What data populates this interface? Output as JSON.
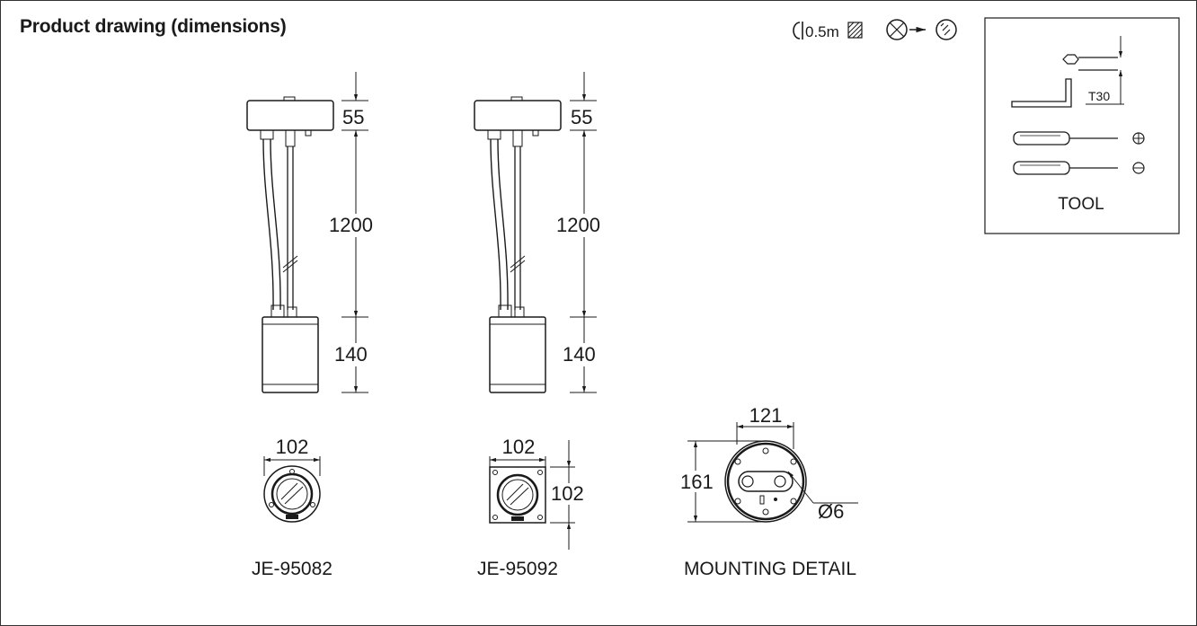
{
  "header": {
    "title": "Product drawing (dimensions)",
    "cable_spec": "0.5m"
  },
  "pendant_1": {
    "canopy_height": "55",
    "cable_length": "1200",
    "body_height": "140"
  },
  "pendant_2": {
    "canopy_height": "55",
    "cable_length": "1200",
    "body_height": "140"
  },
  "round_model": {
    "width": "102",
    "label": "JE-95082"
  },
  "square_model": {
    "width": "102",
    "height": "102",
    "label": "JE-95092"
  },
  "mounting": {
    "width": "121",
    "height": "161",
    "hole": "Ø6",
    "label": "MOUNTING DETAIL"
  },
  "tool_box": {
    "hex_key": "T30",
    "label": "TOOL"
  }
}
